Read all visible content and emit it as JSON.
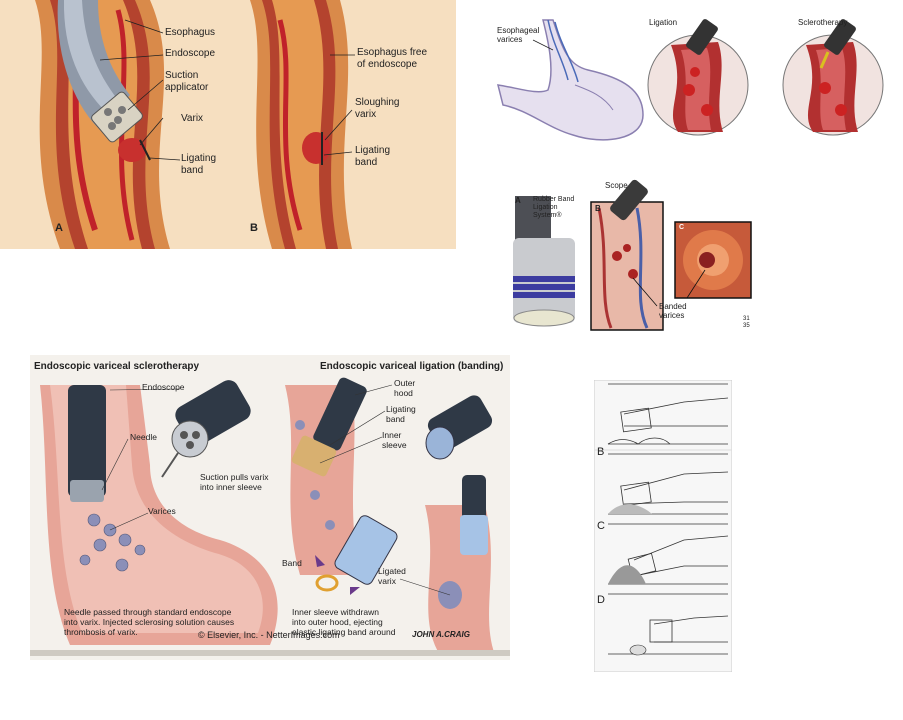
{
  "panel_banding_ab": {
    "labels": {
      "esophagus": "Esophagus",
      "endoscope": "Endoscope",
      "suction": "Suction\napplicator",
      "varix": "Varix",
      "ligating_band": "Ligating\nband",
      "esophagus_free": "Esophagus free\nof endoscope",
      "sloughing": "Sloughing\nvarix",
      "ligating_band_b": "Ligating\nband",
      "letter_a": "A",
      "letter_b": "B"
    }
  },
  "panel_stomach": {
    "labels": {
      "varices": "Esophageal\nvarices",
      "ligation": "Ligation",
      "sclerotherapy": "Sclerotherapy"
    }
  },
  "panel_rubber_band": {
    "labels": {
      "letter_a": "A",
      "system": "Rubber Band\nLigation\nSystem®",
      "scope": "Scope",
      "letter_b": "B",
      "letter_c": "C",
      "banded": "Banded\nvarices",
      "corner": "31\n35"
    }
  },
  "panel_netter": {
    "titles": {
      "left": "Endoscopic variceal sclerotherapy",
      "right": "Endoscopic variceal ligation (banding)"
    },
    "labels": {
      "endoscope": "Endoscope",
      "needle": "Needle",
      "varices": "Varices",
      "outer_hood": "Outer\nhood",
      "ligating_band": "Ligating\nband",
      "inner_sleeve": "Inner\nsleeve",
      "suction_pulls": "Suction pulls varix\ninto inner sleeve",
      "band": "Band",
      "ligated_varix": "Ligated\nvarix",
      "needle_caption": "Needle passed through standard endoscope\ninto varix. Injected sclerosing solution causes\nthrombosis of varix.",
      "inner_caption": "Inner sleeve withdrawn\ninto outer hood, ejecting\nelastic ligating band around",
      "copyright": "© Elsevier, Inc. - NetterImages.com",
      "signature": "JOHN A.CRAIG"
    }
  },
  "panel_steps": {
    "labels": {
      "b": "B",
      "c": "C",
      "d": "D"
    }
  }
}
